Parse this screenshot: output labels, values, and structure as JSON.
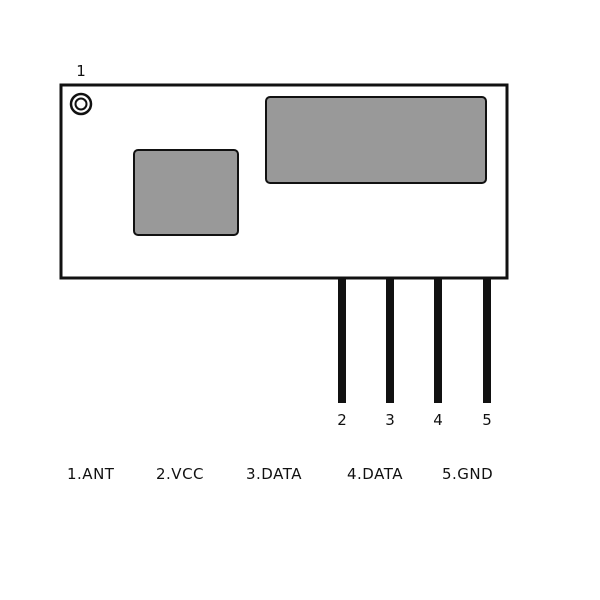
{
  "module": {
    "antenna_pin_label": "1",
    "pins": [
      {
        "number": "2"
      },
      {
        "number": "3"
      },
      {
        "number": "4"
      },
      {
        "number": "5"
      }
    ]
  },
  "legend": [
    {
      "label": "1.ANT"
    },
    {
      "label": "2.VCC"
    },
    {
      "label": "3.DATA"
    },
    {
      "label": "4.DATA"
    },
    {
      "label": "5.GND"
    }
  ],
  "colors": {
    "outline": "#111111",
    "chip_fill": "#999999",
    "board_fill": "#ffffff"
  }
}
